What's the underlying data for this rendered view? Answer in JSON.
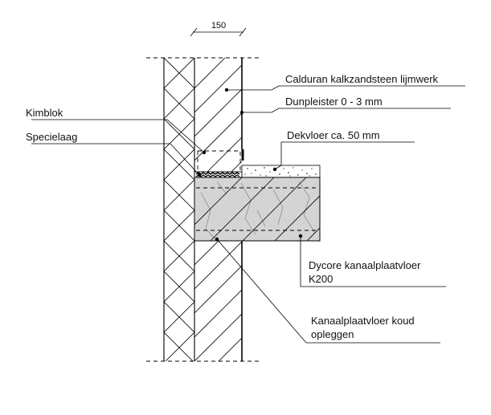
{
  "dimension": {
    "value": "150"
  },
  "labels": {
    "calduran": "Calduran kalkzandsteen lijmwerk",
    "dunpleister": "Dunpleister 0 - 3 mm",
    "kimblok": "Kimblok",
    "specielaag": "Specielaag",
    "dekvloer": "Dekvloer ca. 50 mm",
    "dycore_line1": "Dycore kanaalplaatvloer",
    "dycore_line2": "K200",
    "koud_line1": "Kanaalplaatvloer koud",
    "koud_line2": "opleggen"
  }
}
